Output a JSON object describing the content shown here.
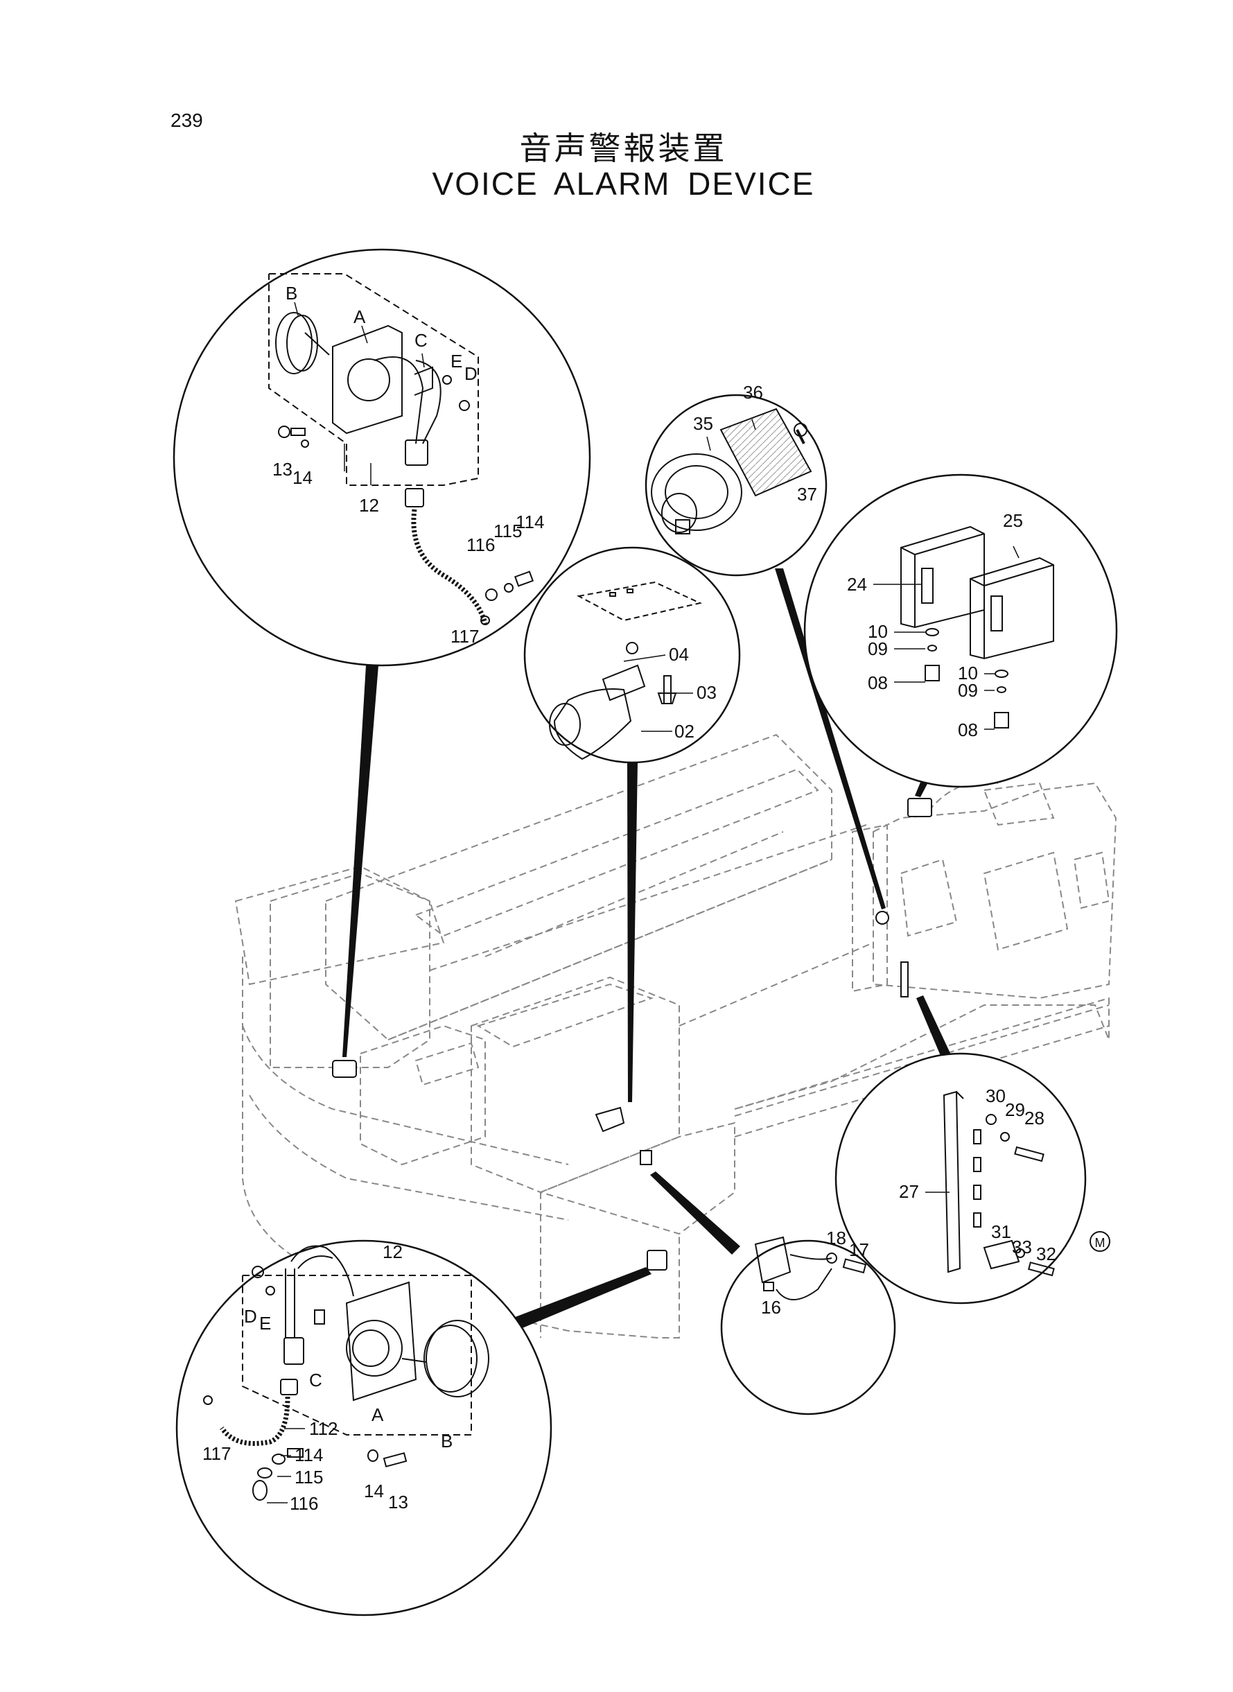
{
  "page_number": "239",
  "title_jp": "音声警報装置",
  "title_en": "VOICE ALARM DEVICE",
  "corner_mark": "M",
  "callouts": {
    "top_left": [
      "B",
      "A",
      "C",
      "E",
      "D",
      "13",
      "14",
      "12",
      "116",
      "115",
      "114",
      "117"
    ],
    "horn": [
      "04",
      "03",
      "02"
    ],
    "speaker": [
      "36",
      "35",
      "37"
    ],
    "controllers": [
      "25",
      "24",
      "10",
      "09",
      "08",
      "10",
      "09",
      "08"
    ],
    "bracket": [
      "30",
      "29",
      "28",
      "27",
      "31",
      "33",
      "32"
    ],
    "relay": [
      "18",
      "17",
      "16"
    ],
    "bottom_left": [
      "12",
      "D",
      "E",
      "C",
      "A",
      "B",
      "112",
      "117",
      "114",
      "115",
      "116",
      "14",
      "13"
    ]
  }
}
